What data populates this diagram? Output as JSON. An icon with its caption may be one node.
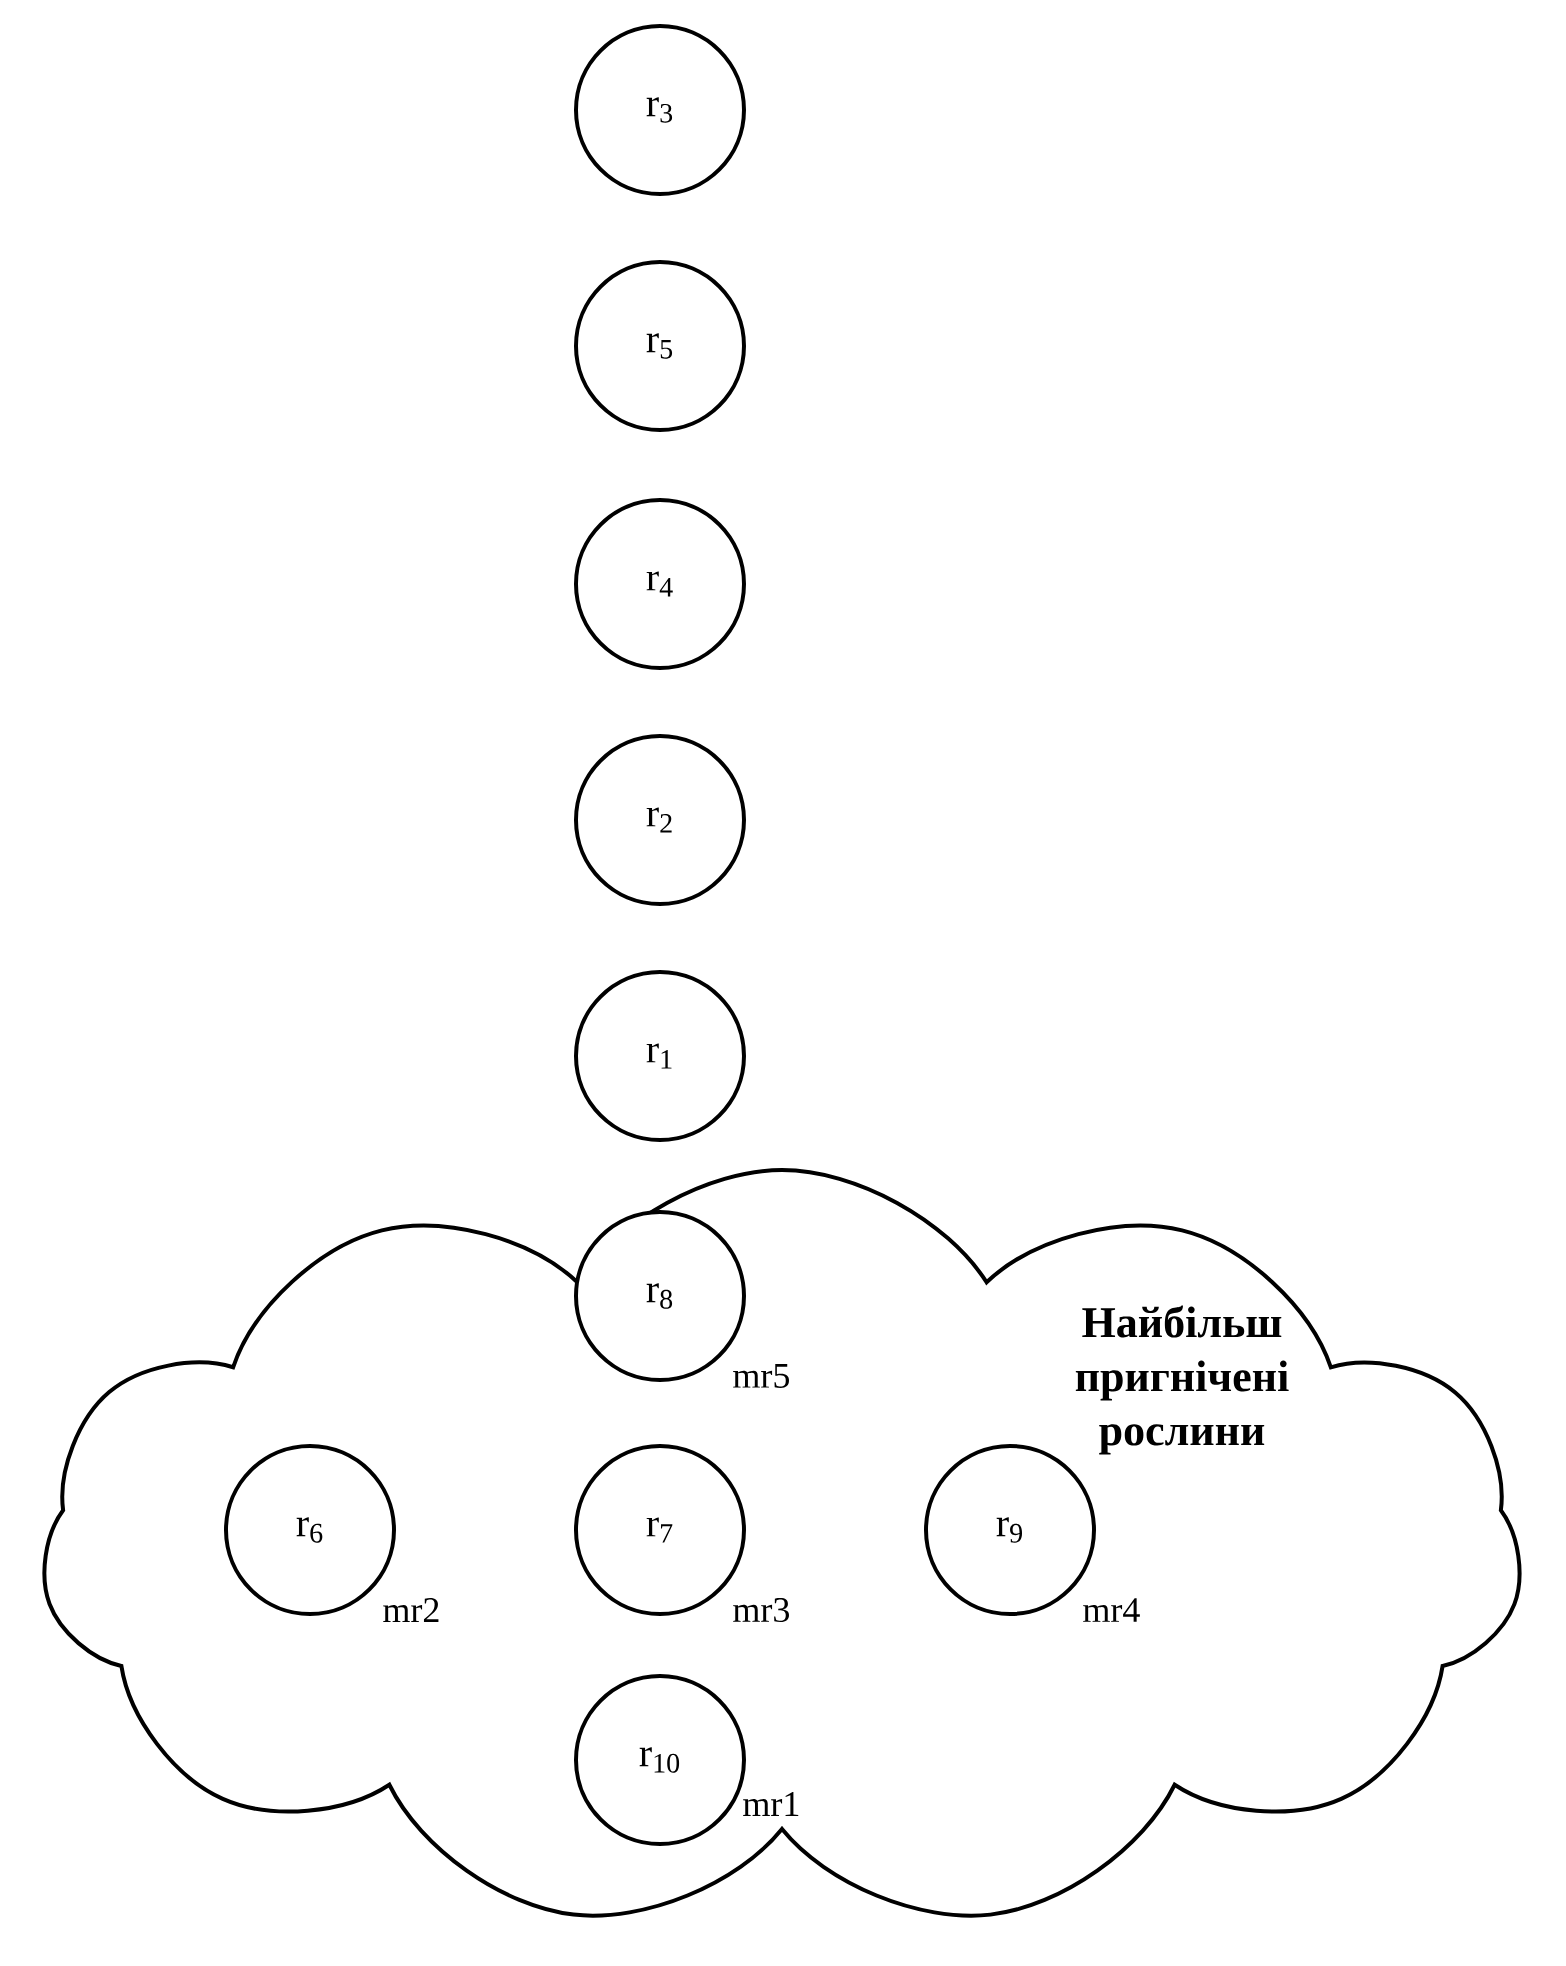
{
  "diagram": {
    "nodes": [
      {
        "text": [
          "r$_{3}$"
        ]
      },
      {
        "text": [
          "r$_{5}$"
        ]
      },
      {
        "text": [
          "r$_{4}$"
        ]
      },
      {
        "text": [
          "r$_{2}$"
        ]
      },
      {
        "text": [
          "r$_{1}$"
        ]
      },
      {
        "text": [
          "Найбільш пригнічені рослини"
        ]
      },
      {
        "text": [
          "r$_{8}$"
        ],
        "beside": [
          "mr5"
        ],
        "in": 5
      },
      {
        "text": [
          "r$_{6}$"
        ],
        "beside": [
          "mr2"
        ],
        "in": 5
      },
      {
        "text": [
          "r$_{7}$"
        ],
        "beside": [
          "mr3"
        ],
        "in": 5
      },
      {
        "text": [
          "r$_{9}$"
        ],
        "beside": [
          "mr4"
        ],
        "in": 5
      },
      {
        "text": [
          "r$_{10}$"
        ],
        "beside": [
          "mr1"
        ],
        "in": 5
      }
    ]
  }
}
